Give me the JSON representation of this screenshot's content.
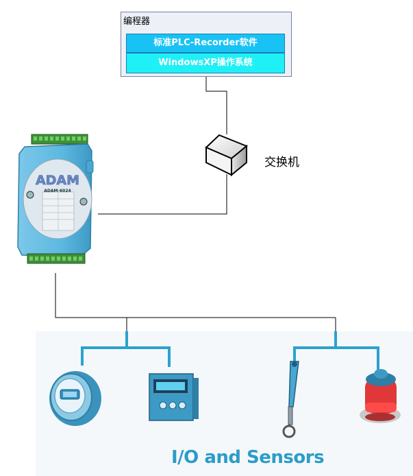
{
  "programmer": {
    "title": "编程器",
    "software": "标准PLC-Recorder软件",
    "os": "WindowsXP操作系统"
  },
  "switch": {
    "label": "交换机"
  },
  "adam_module": {
    "brand": "ADAM",
    "model": "ADAM-6024"
  },
  "sensors": {
    "label": "I/O and Sensors"
  },
  "colors": {
    "software_box": "#19c2f4",
    "os_box": "#1ff0f6",
    "module_body": "#5cb8e0",
    "sensor_line": "#2ba2d0",
    "label_blue": "#2b9cc9"
  }
}
